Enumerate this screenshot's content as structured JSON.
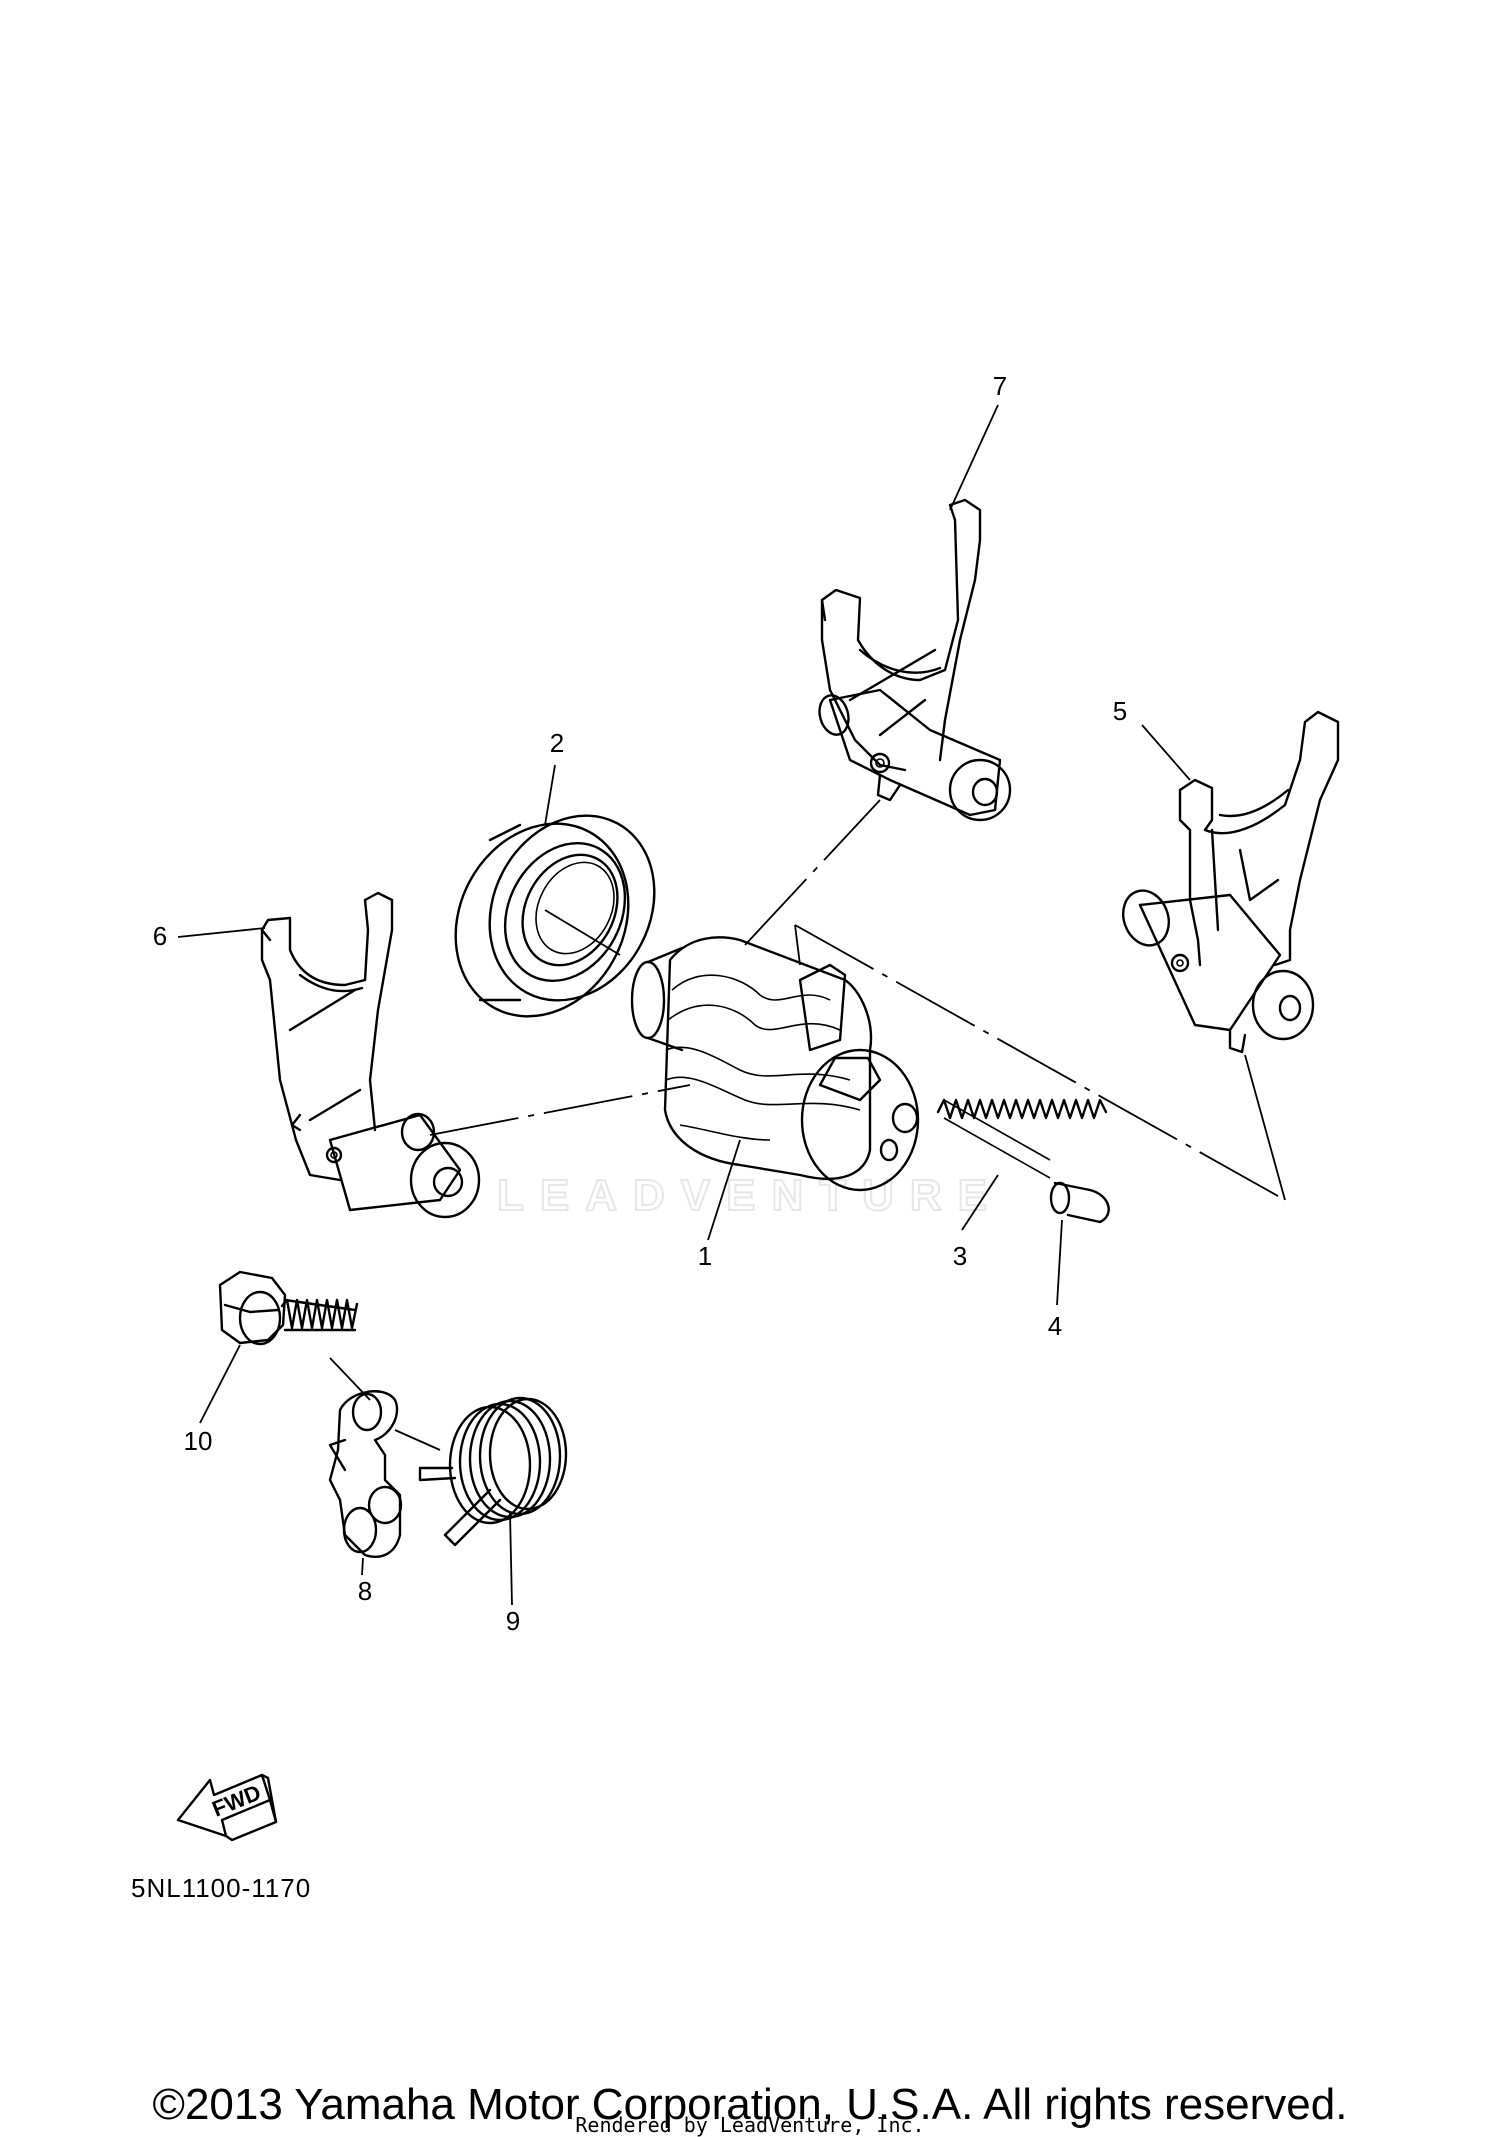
{
  "diagram": {
    "watermark": "LEADVENTURE",
    "fwd_label": "FWD",
    "diagram_code": "5NL1100-1170",
    "copyright": "©2013 Yamaha Motor Corporation, U.S.A. All rights reserved.",
    "rendered_by": "Rendered by LeadVenture, Inc.",
    "callouts": {
      "c1": "1",
      "c2": "2",
      "c3": "3",
      "c4": "4",
      "c5": "5",
      "c6": "6",
      "c7": "7",
      "c8": "8",
      "c9": "9",
      "c10": "10"
    }
  }
}
